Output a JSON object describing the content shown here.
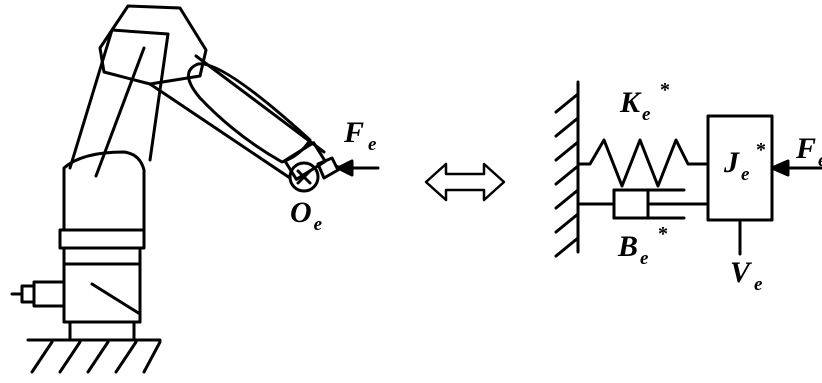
{
  "robot": {
    "force_label": {
      "main": "F",
      "sub": "e"
    },
    "origin_label": {
      "main": "O",
      "sub": "e"
    }
  },
  "equivalence_icon": "double-arrow-icon",
  "model": {
    "stiffness_label": {
      "main": "K",
      "sub": "e",
      "sup": "*"
    },
    "damping_label": {
      "main": "B",
      "sub": "e",
      "sup": "*"
    },
    "inertia_label": {
      "main": "J",
      "sub": "e",
      "sup": "*"
    },
    "velocity_label": {
      "main": "V",
      "sub": "e"
    },
    "force_label": {
      "main": "F",
      "sub": "e"
    }
  },
  "colors": {
    "line": "#000000",
    "background": "#ffffff"
  }
}
